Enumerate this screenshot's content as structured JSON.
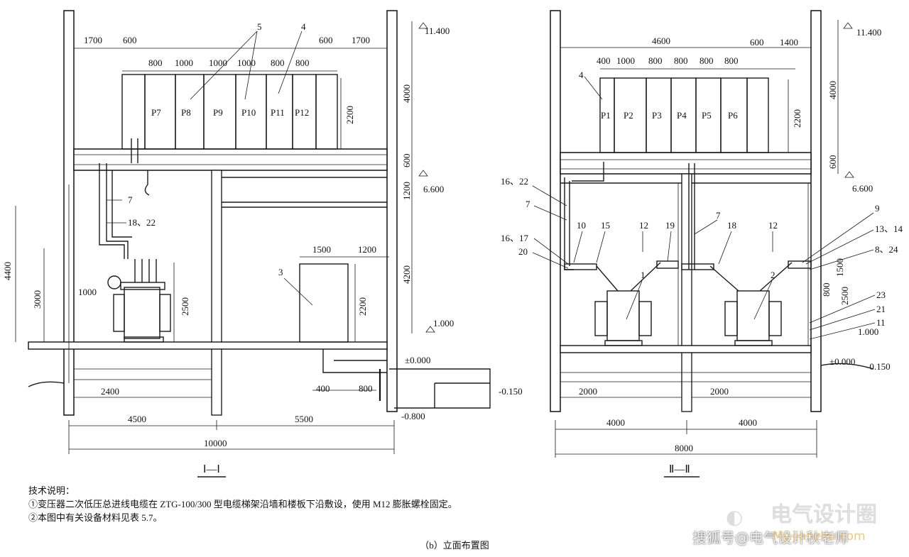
{
  "section_left": {
    "title": "Ⅰ—Ⅰ",
    "panels": [
      "P7",
      "P8",
      "P9",
      "P10",
      "P11",
      "P12"
    ],
    "top_dims": [
      "1700",
      "600",
      "800",
      "1000",
      "1000",
      "1000",
      "800",
      "800",
      "600",
      "1700"
    ],
    "right_dims": [
      "4000",
      "2200",
      "600",
      "1200",
      "4200"
    ],
    "elevations": [
      "11.400",
      "6.600",
      "1.000",
      "±0.000",
      "-0.150",
      "-0.800"
    ],
    "left_dims": [
      "4400",
      "3000",
      "1000",
      "2500"
    ],
    "cabinet_dims": [
      "1500",
      "1200",
      "2200"
    ],
    "bottom_dims": [
      "2400",
      "400",
      "800",
      "4500",
      "5500",
      "10000"
    ],
    "callouts": [
      "5",
      "4",
      "7",
      "18、22",
      "3"
    ]
  },
  "section_right": {
    "title": "Ⅱ—Ⅱ",
    "panels": [
      "P1",
      "P2",
      "P3",
      "P4",
      "P5",
      "P6"
    ],
    "top_dims": [
      "4600",
      "400",
      "1000",
      "800",
      "800",
      "800",
      "800",
      "600",
      "1400"
    ],
    "right_dims": [
      "4000",
      "2200",
      "600",
      "1500",
      "800",
      "2500"
    ],
    "elevations": [
      "11.400",
      "6.600",
      "1.000",
      "±0.000",
      "-0.150"
    ],
    "bottom_dims": [
      "2000",
      "2000",
      "4000",
      "4000",
      "8000"
    ],
    "callouts": [
      "4",
      "16、22",
      "7",
      "16、17",
      "20",
      "10",
      "15",
      "12",
      "19",
      "7",
      "18",
      "12",
      "9",
      "13、14",
      "8、24",
      "23",
      "21",
      "11",
      "1",
      "2"
    ]
  },
  "notes": {
    "heading": "技术说明：",
    "line1": "①变压器二次低压总进线电缆在 ZTG-100/300 型电缆梯架沿墙和楼板下沿敷设，使用 M12 膨胀螺栓固定。",
    "line2": "②本图中有关设备材料见表 5.7。"
  },
  "caption": "（b）立面布置图",
  "watermark": {
    "brand": "电气设计圈",
    "source": "搜狐号@电气设计秋老师",
    "site": "My.jianzhu.com"
  }
}
